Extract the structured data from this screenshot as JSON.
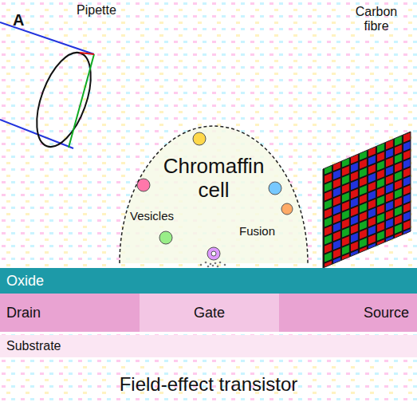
{
  "diagram": {
    "nodes": [
      {
        "text": [
          "Chromaffin cell"
        ]
      },
      {
        "text": [
          "Field-effect transistor"
        ]
      },
      {
        "text": [
          "Oxide"
        ],
        "in": 1
      },
      {
        "text": [
          "Drain"
        ],
        "in": 1
      },
      {
        "text": [
          "Gate"
        ],
        "in": 1
      },
      {
        "text": [
          "Source"
        ],
        "in": 1
      },
      {
        "text": [
          "Substrate"
        ],
        "in": 1
      }
    ],
    "edges": [],
    "labels": [
      "A",
      "Pipette",
      "Carbon fibre",
      "Vesicles",
      "Fusion"
    ]
  }
}
